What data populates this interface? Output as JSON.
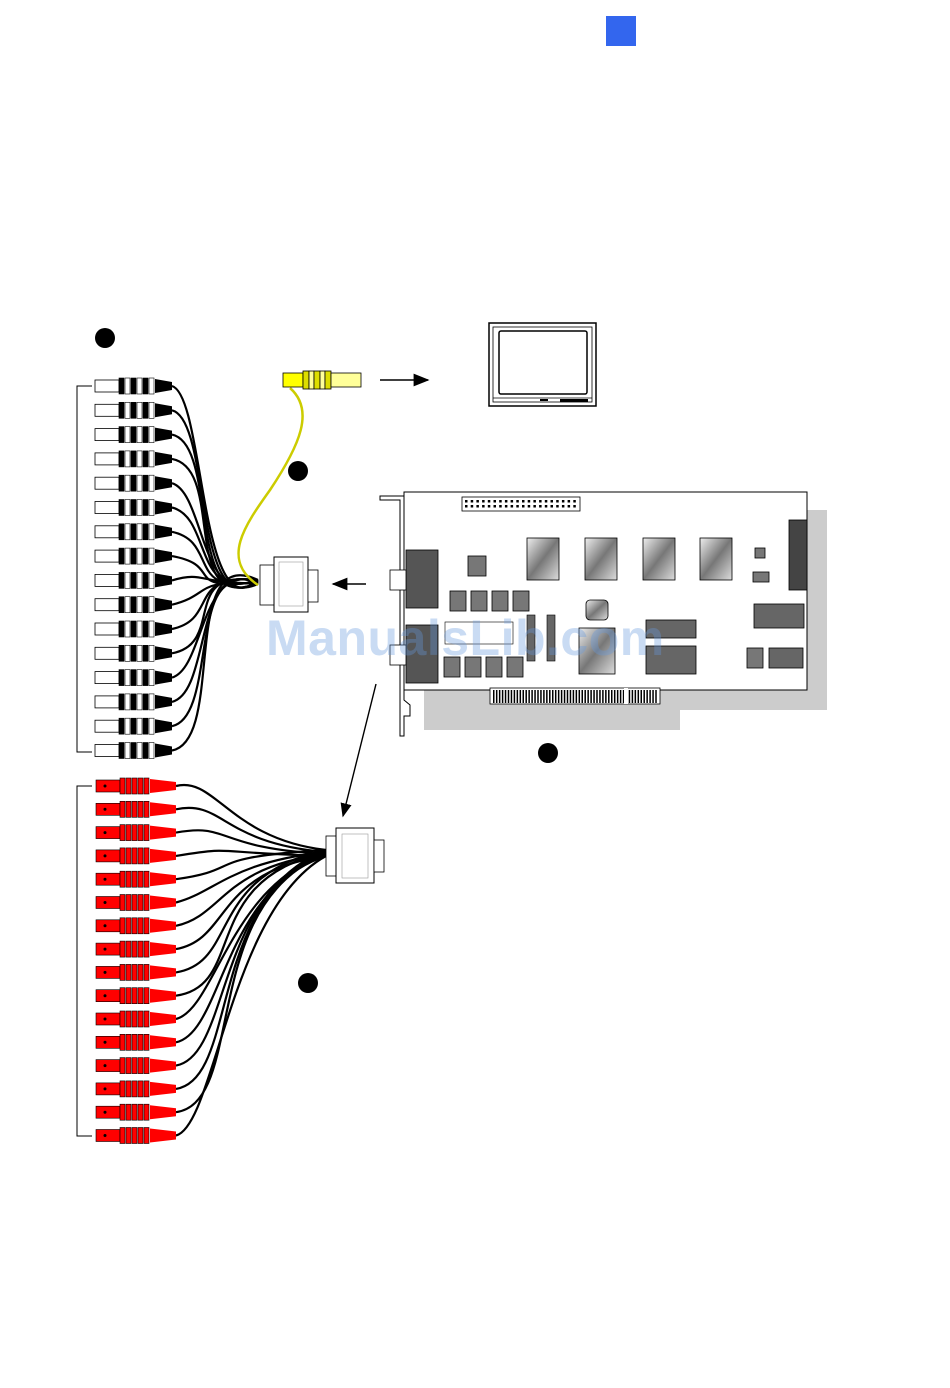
{
  "page": {
    "corner_badge_color": "#3366ee",
    "watermark_text": "ManualsLib.com"
  },
  "diagram": {
    "bnc_cable": {
      "connector_count": 16,
      "connector_color": "#000000",
      "wire_color": "#000000"
    },
    "rca_cable": {
      "connector_count": 16,
      "connector_color": "#ff0000",
      "wire_color": "#000000"
    },
    "video_out_cable": {
      "connector_color": "#ffff00",
      "wire_color": "#cccc00"
    },
    "callout_markers": 4,
    "card_shadow_color": "#cccccc"
  }
}
